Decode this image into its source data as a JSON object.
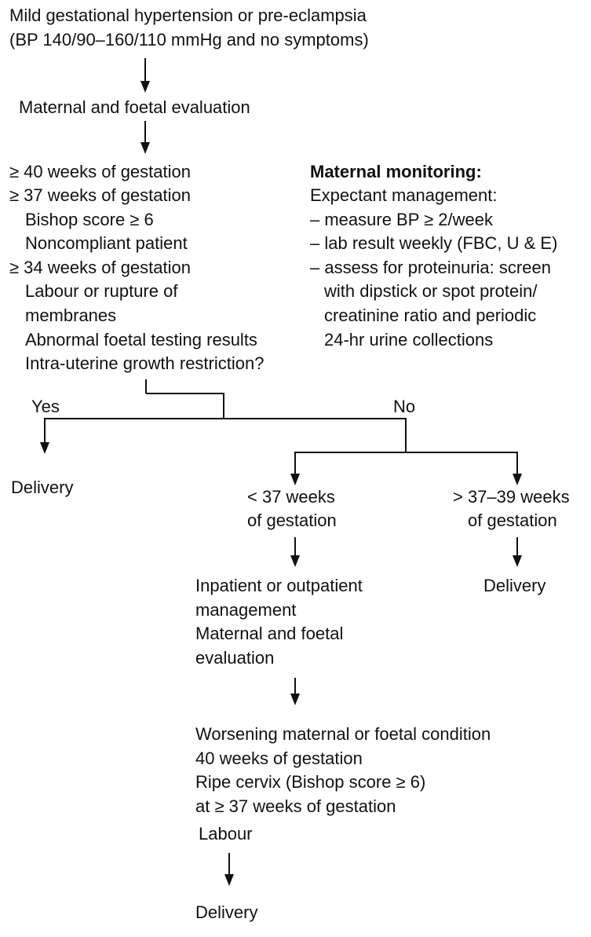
{
  "start": {
    "line1": "Mild gestational hypertension or pre-eclampsia",
    "line2": "(BP 140/90–160/110 mmHg and no symptoms)"
  },
  "evaluation": "Maternal and foetal evaluation",
  "criteria": [
    "≥ 40 weeks of gestation",
    "≥ 37 weeks of gestation",
    "Bishop score ≥ 6",
    "Noncompliant patient",
    "≥ 34 weeks of gestation",
    "Labour or rupture of",
    "membranes",
    "Abnormal foetal testing results",
    "Intra-uterine growth restriction?"
  ],
  "monitoring": {
    "title": "Maternal monitoring:",
    "lines": [
      "Expectant management:",
      "– measure BP ≥ 2/week",
      "– lab result weekly (FBC, U & E)",
      "– assess for proteinuria: screen",
      "with dipstick or spot protein/",
      "creatinine ratio and periodic",
      "24-hr urine collections"
    ]
  },
  "branch": {
    "yes": "Yes",
    "no": "No"
  },
  "delivery_yes": "Delivery",
  "lt37": [
    "< 37 weeks",
    "of gestation"
  ],
  "gt37": [
    "> 37–39 weeks",
    "of gestation"
  ],
  "delivery_gt37": "Delivery",
  "management": [
    "Inpatient or outpatient",
    "management",
    "Maternal and foetal",
    "evaluation"
  ],
  "worsening": [
    "Worsening maternal or foetal condition",
    "40 weeks of gestation",
    "Ripe cervix (Bishop score ≥ 6)",
    "at ≥ 37 weeks of gestation"
  ],
  "labour": "Labour",
  "delivery_final": "Delivery"
}
